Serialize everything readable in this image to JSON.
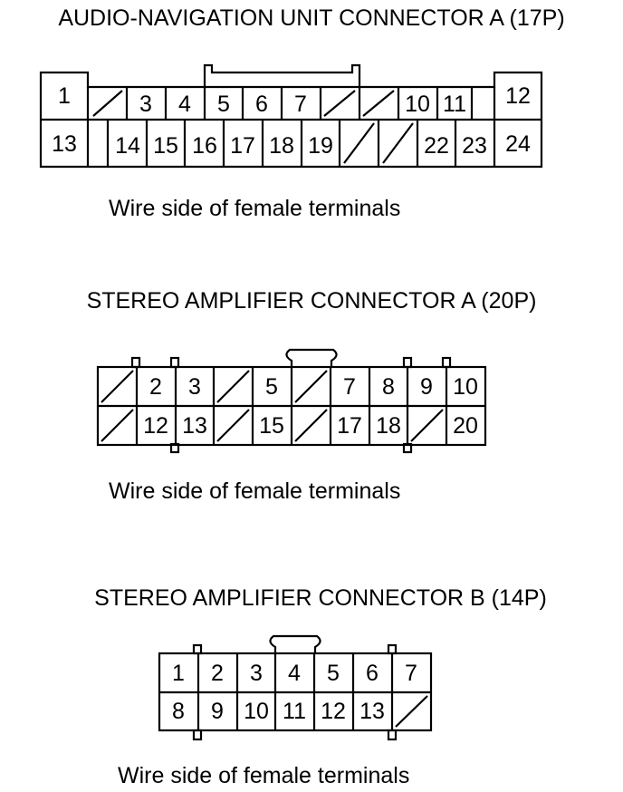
{
  "connectors": [
    {
      "title": "AUDIO-NAVIGATION UNIT CONNECTOR A (17P)",
      "caption": "Wire side of female terminals",
      "row1": [
        "1",
        "",
        "3",
        "4",
        "5",
        "6",
        "7",
        "",
        "",
        "10",
        "11",
        "",
        "12"
      ],
      "row2": [
        "13",
        "",
        "14",
        "15",
        "16",
        "17",
        "18",
        "19",
        "",
        "",
        "22",
        "23",
        "24"
      ]
    },
    {
      "title": "STEREO AMPLIFIER CONNECTOR A (20P)",
      "caption": "Wire side of female terminals",
      "row1": [
        "",
        "2",
        "3",
        "",
        "5",
        "",
        "7",
        "8",
        "9",
        "10"
      ],
      "row2": [
        "",
        "12",
        "13",
        "",
        "15",
        "",
        "17",
        "18",
        "",
        "20"
      ]
    },
    {
      "title": "STEREO AMPLIFIER CONNECTOR B (14P)",
      "caption": "Wire side of female terminals",
      "row1": [
        "1",
        "2",
        "3",
        "4",
        "5",
        "6",
        "7"
      ],
      "row2": [
        "8",
        "9",
        "10",
        "11",
        "12",
        "13",
        ""
      ]
    }
  ]
}
